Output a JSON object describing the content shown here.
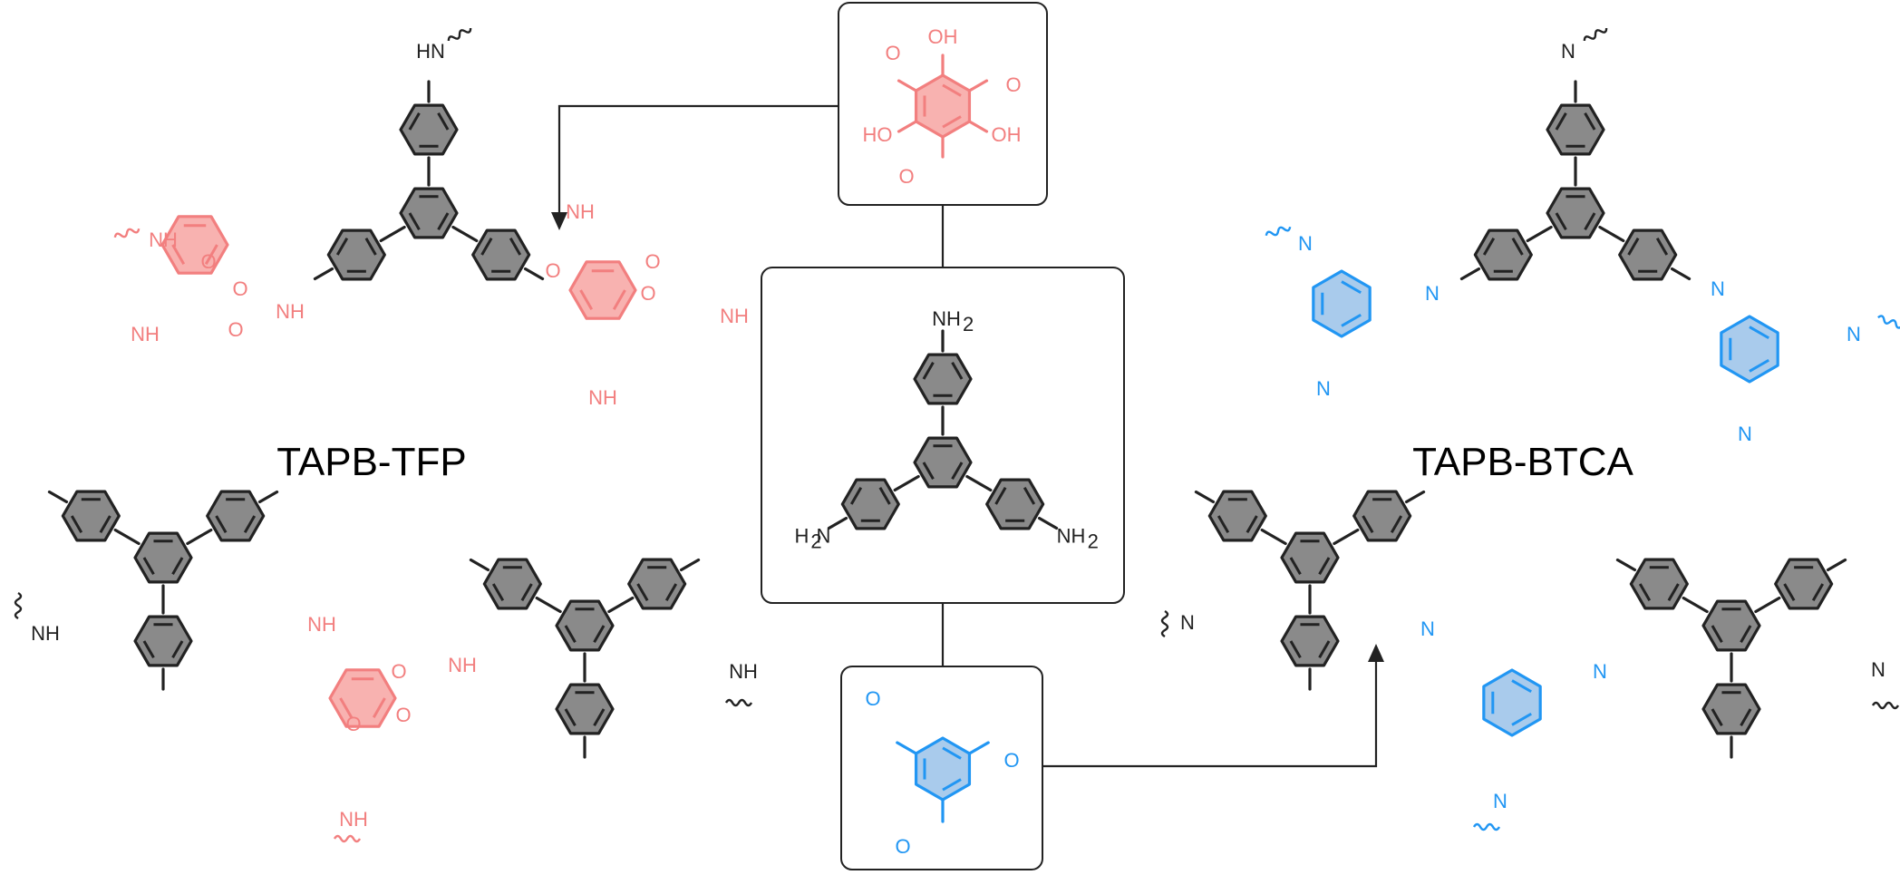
{
  "labels": {
    "left_framework": "TAPB-TFP",
    "right_framework": "TAPB-BTCA",
    "imine": "N",
    "amine": "NH",
    "amine_attach": "HN",
    "oxygen": "O",
    "hydroxyl": "OH",
    "hydroxyl_left": "HO",
    "nh2_top": "NH",
    "nh2_right": "NH",
    "nh2_left": "H",
    "nh2_left_tail": "N",
    "sub2": "2"
  },
  "colors": {
    "tfp": "#f27f7f",
    "tfp_fill": "#f8b2b0",
    "btca": "#2196f3",
    "btca_fill": "#a9cbec",
    "tapb": "#222222",
    "tapb_fill": "#8a8a8a"
  }
}
